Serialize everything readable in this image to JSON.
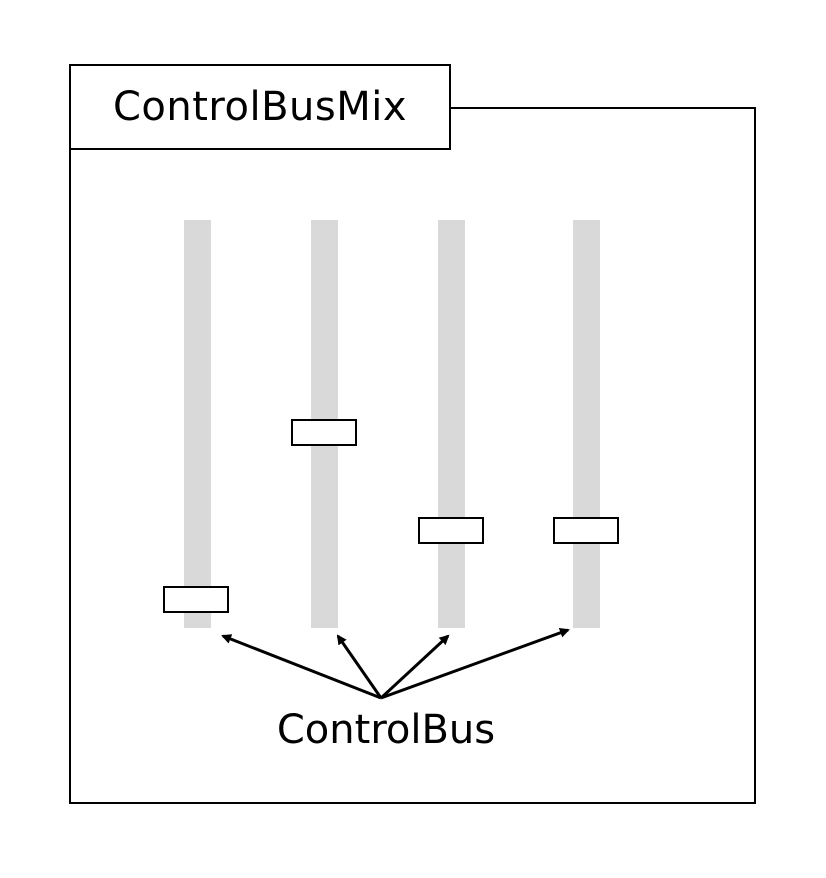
{
  "window": {
    "title": "ControlBusMix"
  },
  "sliders": [
    {
      "value": 0.07
    },
    {
      "value": 0.48
    },
    {
      "value": 0.24
    },
    {
      "value": 0.24
    }
  ],
  "bus": {
    "label": "ControlBus"
  },
  "colors": {
    "track": "#d9d9d9",
    "stroke": "#000000",
    "background": "#ffffff"
  }
}
